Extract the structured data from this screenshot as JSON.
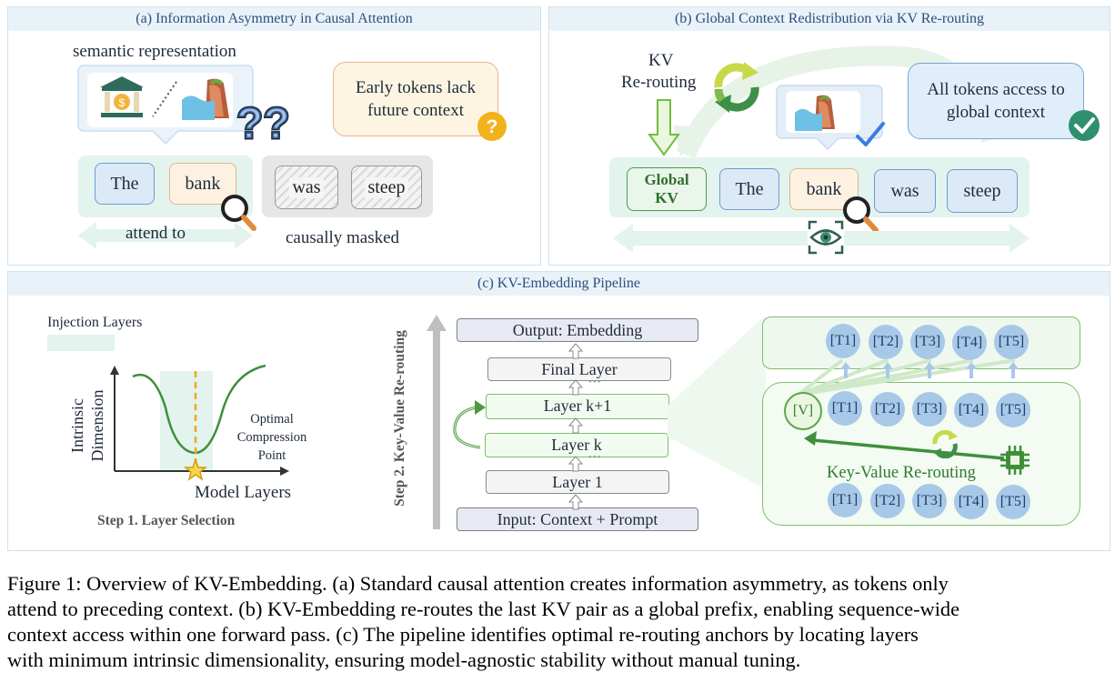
{
  "panel_a": {
    "title": "(a)  Information Asymmetry in Causal Attention",
    "semantic_label": "semantic representation",
    "note": "Early tokens lack future context",
    "tokens_visible": [
      "The",
      "bank"
    ],
    "tokens_masked": [
      "was",
      "steep"
    ],
    "attend_label": "attend to",
    "masked_label": "causally masked",
    "question_marks": "??",
    "question_badge": "?"
  },
  "panel_b": {
    "title": "(b)  Global Context Redistribution via KV Re-routing",
    "kv_label_1": "KV",
    "kv_label_2": "Re-routing",
    "note": "All tokens access to global context",
    "global_kv_1": "Global",
    "global_kv_2": "KV",
    "tokens": [
      "The",
      "bank",
      "was",
      "steep"
    ]
  },
  "panel_c": {
    "title": "(c)  KV-Embedding Pipeline",
    "legend_label": "Injection Layers",
    "y_label_1": "Intrinsic",
    "y_label_2": "Dimension",
    "x_label": "Model Layers",
    "optimal_1": "Optimal",
    "optimal_2": "Compression",
    "optimal_3": "Point",
    "step1": "Step 1. Layer Selection",
    "step2": "Step 2.  Key-Value Re-routing",
    "layers": {
      "output": "Output: Embedding",
      "final": "Final Layer",
      "k1": "Layer k+1",
      "k": "Layer k",
      "l1": "Layer 1",
      "input": "Input: Context + Prompt"
    },
    "dots": "•••",
    "top_tokens": [
      "[T1]",
      "[T2]",
      "[T3]",
      "[T4]",
      "[T5]"
    ],
    "mid_v": "[V]",
    "mid_tokens": [
      "[T1]",
      "[T2]",
      "[T3]",
      "[T4]",
      "[T5]"
    ],
    "bottom_tokens": [
      "[T1]",
      "[T2]",
      "[T3]",
      "[T4]",
      "[T5]"
    ],
    "rerouting_label": "Key-Value Re-routing"
  },
  "caption": {
    "line1": "Figure 1: Overview of KV-Embedding. (a) Standard causal attention creates information asymmetry, as tokens only",
    "line2": "attend to preceding context. (b) KV-Embedding re-routes the last KV pair as a global prefix, enabling sequence-wide",
    "line3": "context access within one forward pass. (c) The pipeline identifies optimal re-routing anchors by locating layers",
    "line4": "with minimum intrinsic dimensionality, ensuring model-agnostic stability without manual tuning."
  },
  "colors": {
    "panel_border": "#cfe2ee",
    "title_text": "#2b4f7e",
    "token_blue": "#dceaf7",
    "token_green": "#4c9a4c",
    "band": "#e3f3ee",
    "check": "#2f8f6f",
    "warn": "#f2b21b"
  },
  "icons": [
    "bank-building-icon",
    "coastline-bank-icon",
    "question-marks-icon",
    "magnifier-icon",
    "question-badge-icon",
    "recycle-arrows-icon",
    "checkmark-icon",
    "check-badge-icon",
    "eye-scan-icon",
    "star-icon",
    "chip-icon",
    "loop-arrow-icon"
  ]
}
